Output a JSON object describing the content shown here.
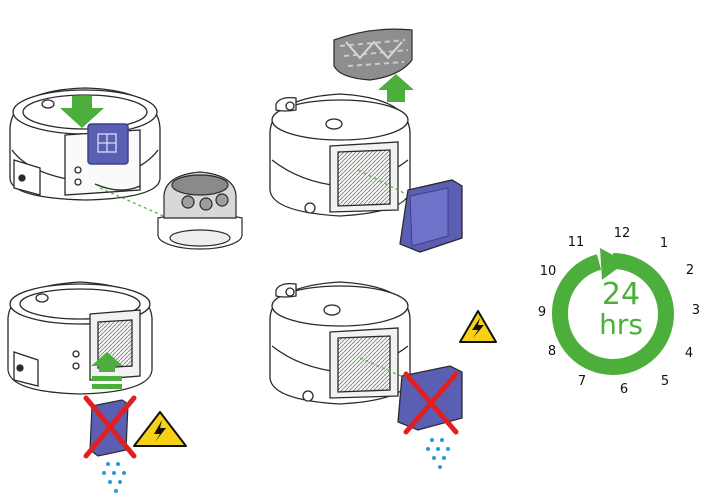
{
  "clock": {
    "center_number": "24",
    "center_unit": "hrs",
    "hours": [
      "12",
      "1",
      "2",
      "3",
      "4",
      "5",
      "6",
      "7",
      "8",
      "9",
      "10",
      "11"
    ]
  },
  "colors": {
    "green": "#4caf3c",
    "green_light": "#6cc24a",
    "purple": "#5b5fb3",
    "purple_dark": "#3d3f8a",
    "red": "#e02020",
    "warning_yellow": "#f7d117",
    "water_blue": "#2a9ad8",
    "grey_filter": "#8e8e8e",
    "outline": "#2a2a2a"
  },
  "icons": {
    "warning": "electric-hazard-icon",
    "prohibited": "red-x-icon",
    "water": "water-drops-icon",
    "arrow": "green-arrow-icon"
  }
}
